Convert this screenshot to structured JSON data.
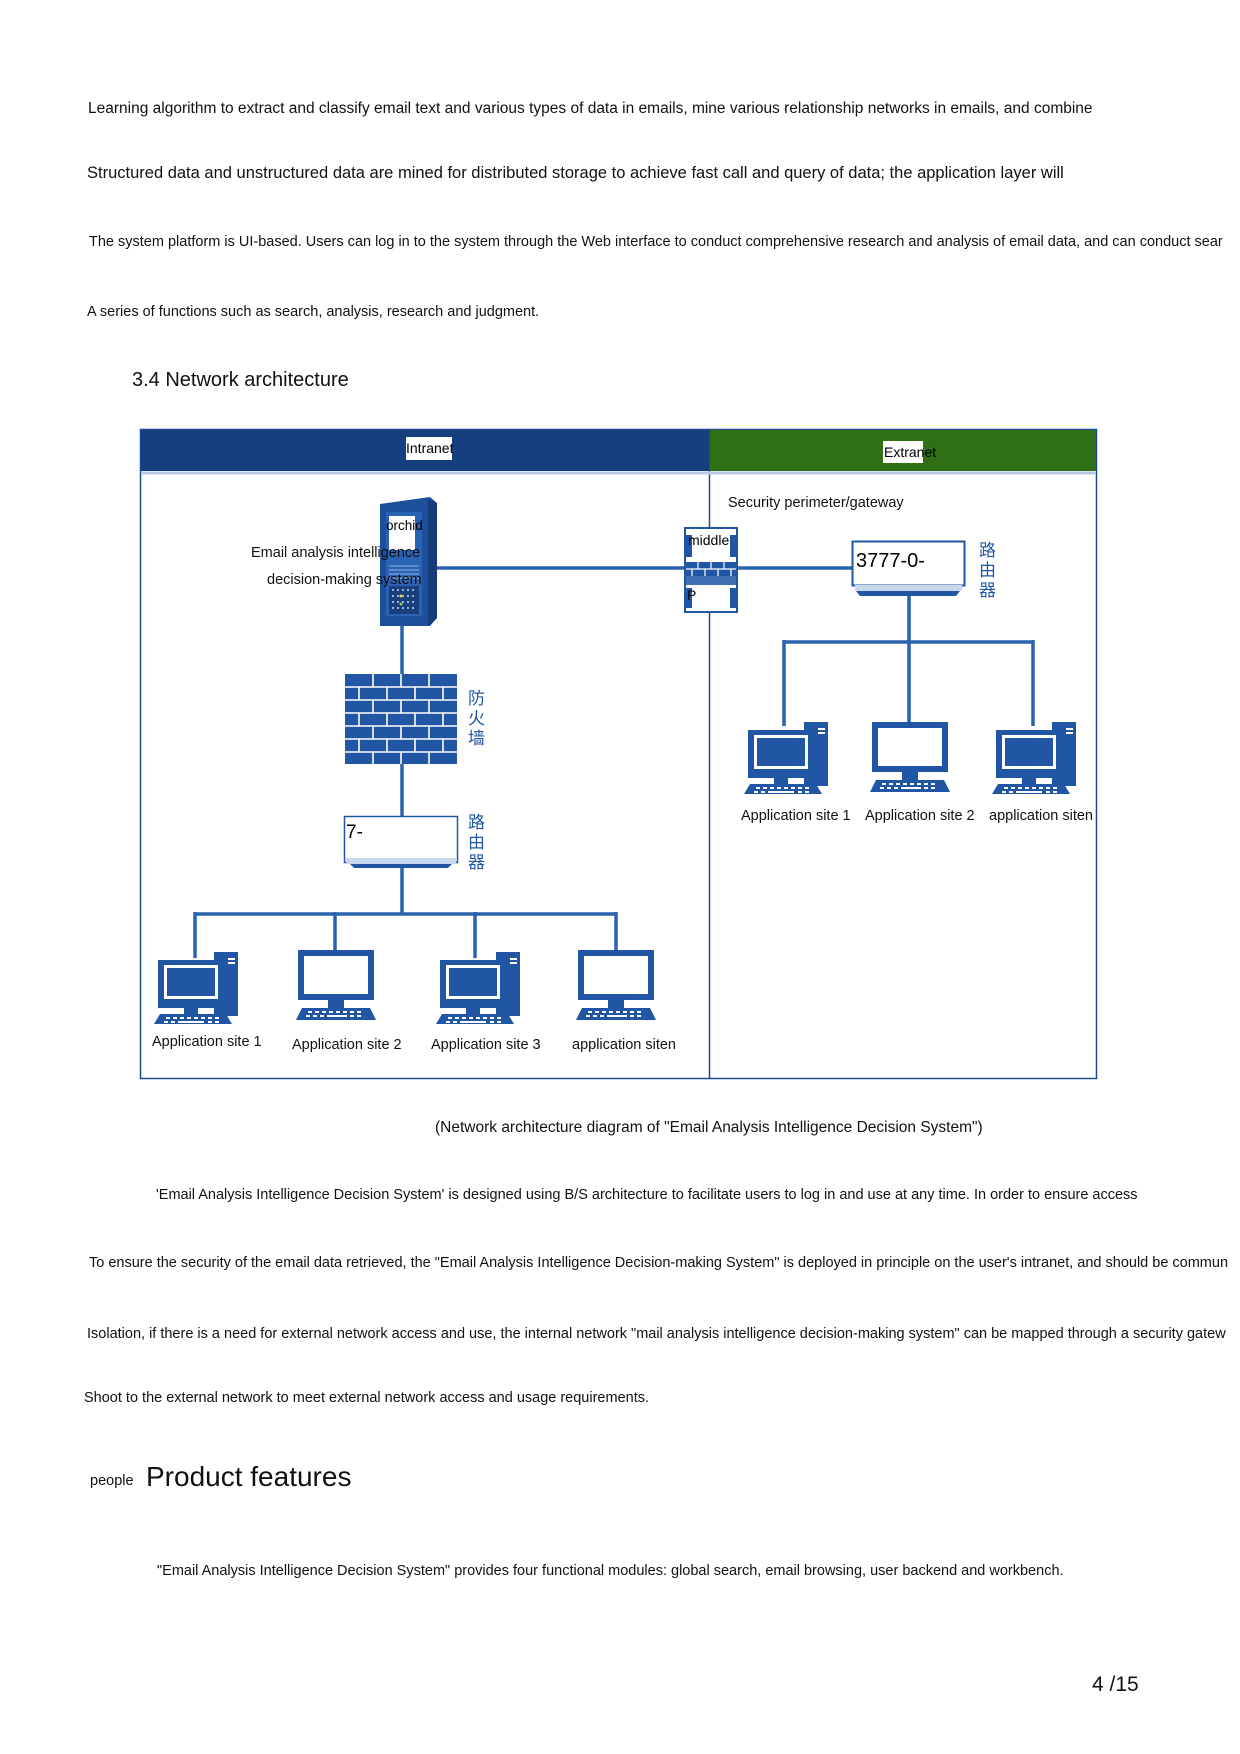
{
  "paragraphs": {
    "p1": "Learning algorithm to extract and classify email text and various types of data in emails, mine various relationship networks in emails, and combine",
    "p2": "Structured data and unstructured data are mined for distributed storage to achieve fast call and query of data; the application layer will",
    "p3": "The system platform is UI-based. Users can log in to the system through the Web interface to conduct comprehensive research and analysis of email data, and can conduct sear",
    "p4": "A series of functions such as search, analysis, research and judgment.",
    "p5": "'Email Analysis Intelligence Decision System' is designed using B/S architecture to facilitate users to log in and use at any time. In order to ensure access",
    "p6": "To ensure the security of the email data retrieved, the \"Email Analysis Intelligence Decision-making System\" is deployed in principle on the user's intranet, and should be commun",
    "p7": "Isolation, if there is a need for external network access and use, the internal network \"mail analysis intelligence decision-making system\" can be mapped through a security gatew",
    "p8": "Shoot to the external network to meet external network access and usage requirements.",
    "p9": "\"Email Analysis Intelligence Decision System\" provides four functional modules: global search, email browsing, user backend and workbench."
  },
  "section_heading": "3.4 Network architecture",
  "diagram": {
    "intranet_label": "Intranet",
    "extranet_label": "Extranet",
    "gateway_label": "Security perimeter/gateway",
    "server_tag": "orchid",
    "server_label_line1": "Email analysis intelligence",
    "server_label_line2": "decision-making system",
    "gateway_top": "middle",
    "gateway_bottom": "P",
    "router_inner_text": "7-",
    "router_inner_label": "路由器",
    "router_outer_text": "3777-0-",
    "router_outer_label": "路由器",
    "firewall_label": "防火墙",
    "intranet_sites": [
      "Application site 1",
      "Application site 2",
      "Application site 3",
      "application siten"
    ],
    "extranet_sites": [
      "Application site 1",
      "Application site 2",
      "application siten"
    ]
  },
  "caption": "(Network architecture diagram of \"Email Analysis Intelligence Decision System\")",
  "product_features": {
    "small_label": "people",
    "title": "Product features"
  },
  "page_number": "4 /15",
  "colors": {
    "intranet_header": "#163f80",
    "extranet_header": "#2e7013",
    "device_blue": "#2156a5",
    "line_blue": "#2a63ad"
  }
}
